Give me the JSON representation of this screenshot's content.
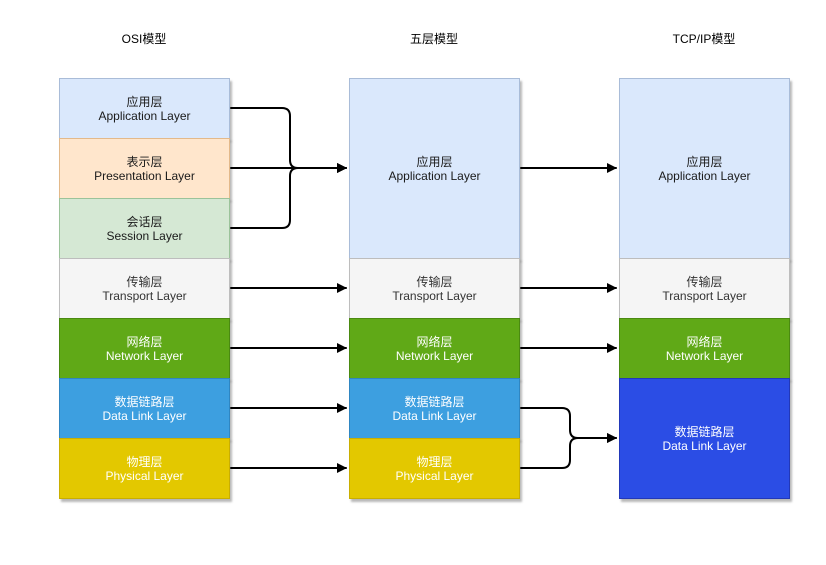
{
  "columns": {
    "osi": {
      "title": "OSI模型",
      "layers": [
        {
          "zh": "应用层",
          "en": "Application Layer"
        },
        {
          "zh": "表示层",
          "en": "Presentation Layer"
        },
        {
          "zh": "会话层",
          "en": "Session Layer"
        },
        {
          "zh": "传输层",
          "en": "Transport Layer"
        },
        {
          "zh": "网络层",
          "en": "Network Layer"
        },
        {
          "zh": "数据链路层",
          "en": "Data Link Layer"
        },
        {
          "zh": "物理层",
          "en": "Physical Layer"
        }
      ]
    },
    "five": {
      "title": "五层模型",
      "layers": [
        {
          "zh": "应用层",
          "en": "Application Layer"
        },
        {
          "zh": "传输层",
          "en": "Transport Layer"
        },
        {
          "zh": "网络层",
          "en": "Network Layer"
        },
        {
          "zh": "数据链路层",
          "en": "Data Link Layer"
        },
        {
          "zh": "物理层",
          "en": "Physical Layer"
        }
      ]
    },
    "tcpip": {
      "title": "TCP/IP模型",
      "layers": [
        {
          "zh": "应用层",
          "en": "Application Layer"
        },
        {
          "zh": "传输层",
          "en": "Transport Layer"
        },
        {
          "zh": "网络层",
          "en": "Network Layer"
        },
        {
          "zh": "数据链路层",
          "en": "Data Link Layer"
        }
      ]
    }
  },
  "colors": {
    "application": "#dae8fc",
    "presentation": "#ffe6cc",
    "session": "#d5e8d4",
    "transport": "#f5f5f5",
    "network": "#60a917",
    "data_link": "#3d9fe0",
    "physical": "#e3c800",
    "tcpip_data_link": "#2b4de5",
    "arrow": "#000000"
  }
}
